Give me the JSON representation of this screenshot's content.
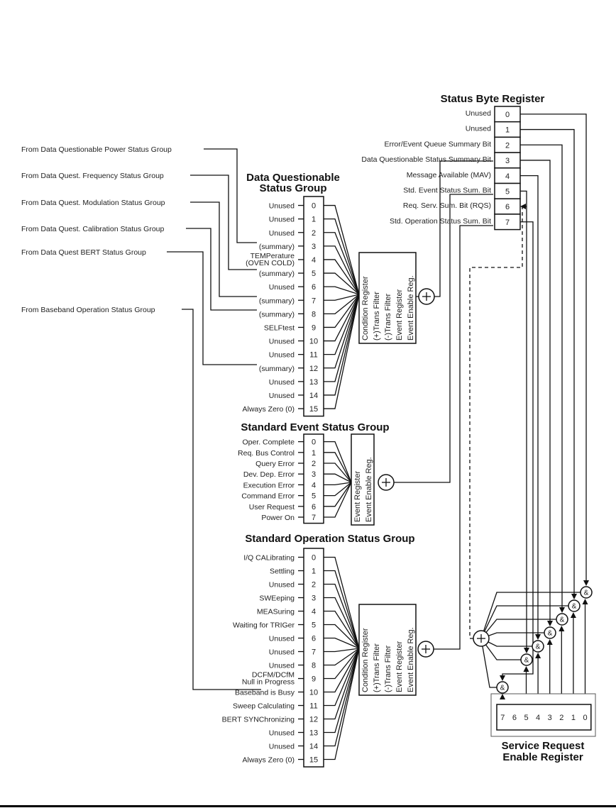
{
  "status_byte_register": {
    "title": "Status Byte Register",
    "bits": [
      {
        "bit": "0",
        "label": "Unused"
      },
      {
        "bit": "1",
        "label": "Unused"
      },
      {
        "bit": "2",
        "label": "Error/Event Queue Summary Bit"
      },
      {
        "bit": "3",
        "label": "Data Questionable Status Summary Bit"
      },
      {
        "bit": "4",
        "label": "Message Available (MAV)"
      },
      {
        "bit": "5",
        "label": "Std. Event Status Sum. Bit"
      },
      {
        "bit": "6",
        "label": "Req. Serv. Sum. Bit (RQS)"
      },
      {
        "bit": "7",
        "label": "Std. Operation Status Sum. Bit"
      }
    ]
  },
  "external_sources": [
    {
      "label": "From Data Questionable Power Status Group",
      "target_bit": 3
    },
    {
      "label": "From Data Quest. Frequency Status Group",
      "target_bit": 5
    },
    {
      "label": "From Data Quest. Modulation Status Group",
      "target_bit": 7
    },
    {
      "label": "From Data Quest. Calibration Status Group",
      "target_bit": 8
    },
    {
      "label": "From Data Quest BERT Status Group",
      "target_bit": 12
    },
    {
      "label": "From Baseband Operation Status Group",
      "target_bit": 10
    }
  ],
  "data_questionable_group": {
    "title_line1": "Data Questionable",
    "title_line2": "Status Group",
    "bits": [
      {
        "bit": "0",
        "label": "Unused"
      },
      {
        "bit": "1",
        "label": "Unused"
      },
      {
        "bit": "2",
        "label": "Unused"
      },
      {
        "bit": "3",
        "label": "(summary)"
      },
      {
        "bit": "4",
        "label": "TEMPerature",
        "label2": "(OVEN COLD)"
      },
      {
        "bit": "5",
        "label": "(summary)"
      },
      {
        "bit": "6",
        "label": "Unused"
      },
      {
        "bit": "7",
        "label": "(summary)"
      },
      {
        "bit": "8",
        "label": "(summary)"
      },
      {
        "bit": "9",
        "label": "SELFtest"
      },
      {
        "bit": "10",
        "label": "Unused"
      },
      {
        "bit": "11",
        "label": "Unused"
      },
      {
        "bit": "12",
        "label": "(summary)"
      },
      {
        "bit": "13",
        "label": "Unused"
      },
      {
        "bit": "14",
        "label": "Unused"
      },
      {
        "bit": "15",
        "label": "Always Zero (0)"
      }
    ],
    "registers": [
      "Condition Register",
      "(+)Trans Filter",
      "(-)Trans Filter",
      "Event Register",
      "Event Enable Reg."
    ]
  },
  "standard_event_group": {
    "title": "Standard Event Status Group",
    "bits": [
      {
        "bit": "0",
        "label": "Oper. Complete"
      },
      {
        "bit": "1",
        "label": "Req. Bus Control"
      },
      {
        "bit": "2",
        "label": "Query Error"
      },
      {
        "bit": "3",
        "label": "Dev. Dep. Error"
      },
      {
        "bit": "4",
        "label": "Execution Error"
      },
      {
        "bit": "5",
        "label": "Command Error"
      },
      {
        "bit": "6",
        "label": "User Request"
      },
      {
        "bit": "7",
        "label": "Power On"
      }
    ],
    "registers": [
      "Event Register",
      "Event Enable Reg."
    ]
  },
  "standard_operation_group": {
    "title": "Standard Operation Status Group",
    "bits": [
      {
        "bit": "0",
        "label": "I/Q CALibrating"
      },
      {
        "bit": "1",
        "label": "Settling"
      },
      {
        "bit": "2",
        "label": "Unused"
      },
      {
        "bit": "3",
        "label": "SWEeping"
      },
      {
        "bit": "4",
        "label": "MEASuring"
      },
      {
        "bit": "5",
        "label": "Waiting for TRIGer"
      },
      {
        "bit": "6",
        "label": "Unused"
      },
      {
        "bit": "7",
        "label": "Unused"
      },
      {
        "bit": "8",
        "label": "Unused"
      },
      {
        "bit": "9",
        "label": "DCFM/DCfM",
        "label2": "Null in Progress"
      },
      {
        "bit": "10",
        "label": "Baseband is Busy"
      },
      {
        "bit": "11",
        "label": "Sweep Calculating"
      },
      {
        "bit": "12",
        "label": "BERT SYNChronizing"
      },
      {
        "bit": "13",
        "label": "Unused"
      },
      {
        "bit": "14",
        "label": "Unused"
      },
      {
        "bit": "15",
        "label": "Always Zero (0)"
      }
    ],
    "registers": [
      "Condition Register",
      "(+)Trans Filter",
      "(-)Trans Filter",
      "Event Register",
      "Event Enable Reg."
    ]
  },
  "service_request_enable": {
    "title_line1": "Service Request",
    "title_line2": "Enable Register",
    "bits": [
      "7",
      "6",
      "5",
      "4",
      "3",
      "2",
      "1",
      "0"
    ]
  },
  "symbols": {
    "or_gate": "+",
    "and_gate": "&"
  }
}
